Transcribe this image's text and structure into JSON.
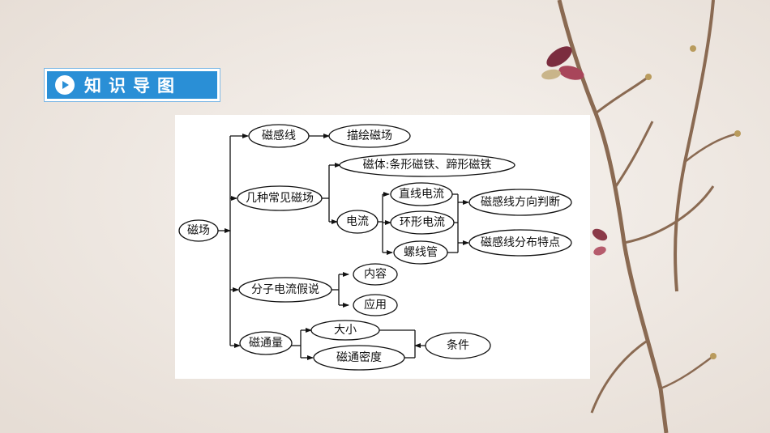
{
  "header": {
    "title": "知识导图",
    "icon": "play-circle-icon"
  },
  "diagram": {
    "root": "磁场",
    "nodes": {
      "cixian": "磁感线",
      "miaohui": "描绘磁场",
      "jizhong": "几种常见磁场",
      "citi": "磁体:条形磁铁、蹄形磁铁",
      "dianliu": "电流",
      "zhixian": "直线电流",
      "huanxing": "环形电流",
      "luoxian": "螺线管",
      "fangxiang": "磁感线方向判断",
      "fenbu": "磁感线分布特点",
      "fenzi": "分子电流假说",
      "neirong": "内容",
      "yingyong": "应用",
      "citongliang": "磁通量",
      "daxiao": "大小",
      "midu": "磁通密度",
      "tiaojian": "条件"
    }
  }
}
